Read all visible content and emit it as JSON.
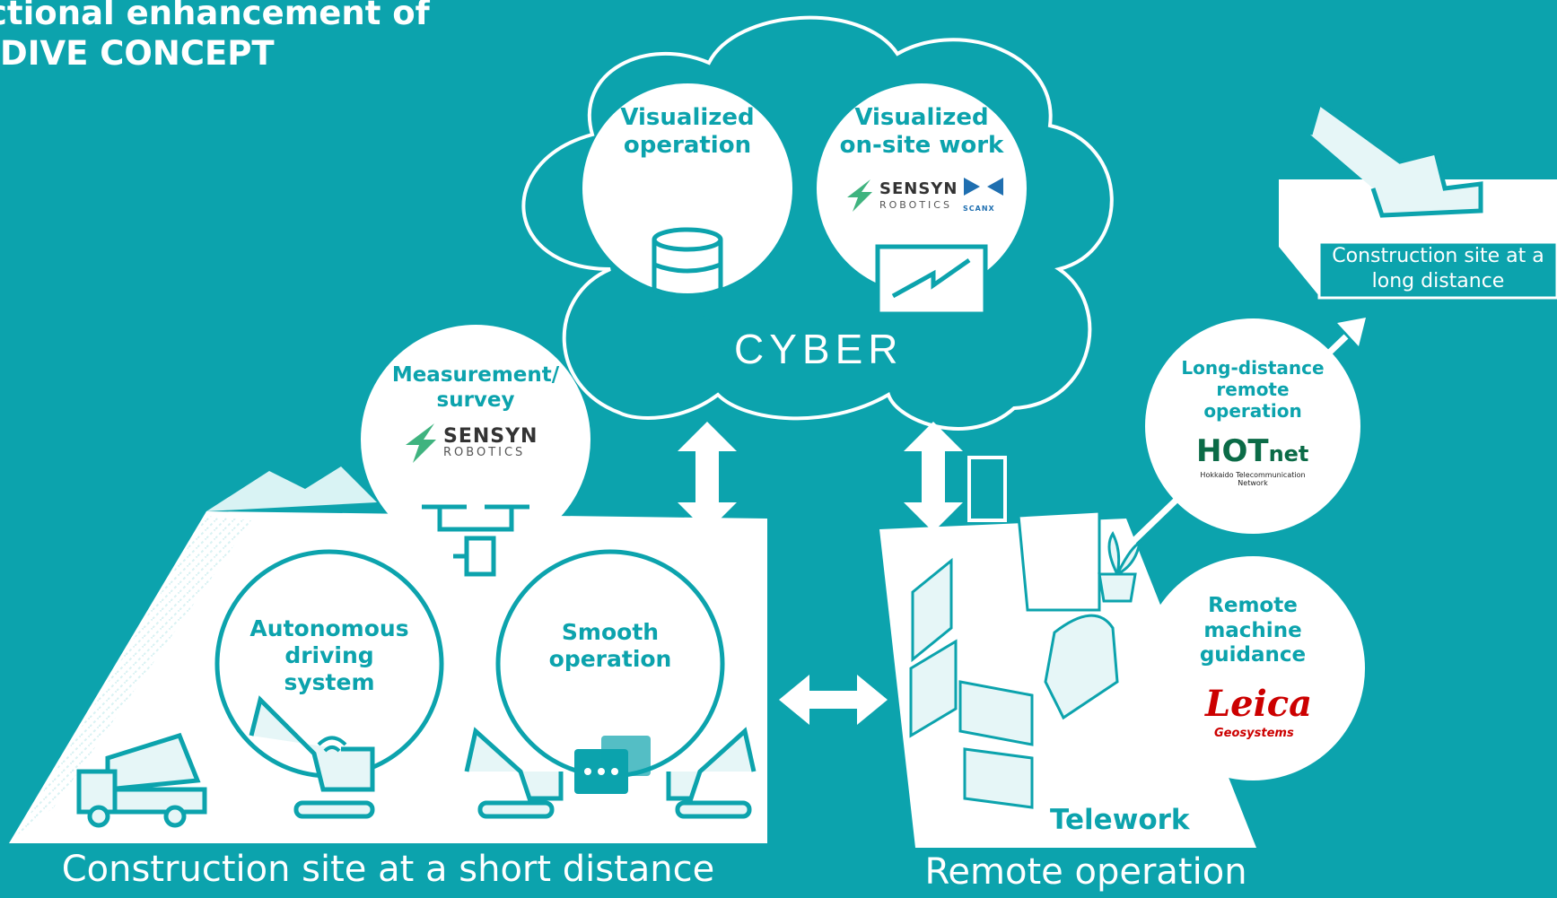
{
  "title": {
    "line1": "ctional enhancement of",
    "line2": "DIVE CONCEPT"
  },
  "cloud": {
    "label": "CYBER"
  },
  "bubbles": {
    "visualized_operation": {
      "line1": "Visualized",
      "line2": "operation"
    },
    "visualized_onsite": {
      "line1": "Visualized",
      "line2": "on-site work"
    },
    "measurement": {
      "line1": "Measurement/",
      "line2": "survey"
    },
    "autonomous": {
      "line1": "Autonomous",
      "line2": "driving",
      "line3": "system"
    },
    "smooth": {
      "line1": "Smooth",
      "line2": "operation"
    },
    "long_distance": {
      "line1": "Long-distance",
      "line2": "remote",
      "line3": "operation"
    },
    "remote_guidance": {
      "line1": "Remote",
      "line2": "machine",
      "line3": "guidance"
    }
  },
  "logos": {
    "sensyn": {
      "word": "SENSYN",
      "sub": "ROBOTICS"
    },
    "scanx": "SCANX",
    "hotnet": {
      "word": "HOT",
      "word2": "net",
      "sub": "Hokkaido Telecommunication Network"
    },
    "leica": {
      "word": "Leica",
      "sub": "Geosystems"
    }
  },
  "platforms": {
    "short_distance": "Construction site at a short distance",
    "remote_operation": "Remote operation",
    "long_distance": {
      "line1": "Construction site at a",
      "line2": "long distance"
    },
    "telework": "Telework"
  },
  "colors": {
    "background": "#0ca3ad",
    "accent": "#0ca3ad",
    "white": "#ffffff",
    "leica_red": "#cc0000",
    "hotnet_green": "#0b6b47"
  }
}
